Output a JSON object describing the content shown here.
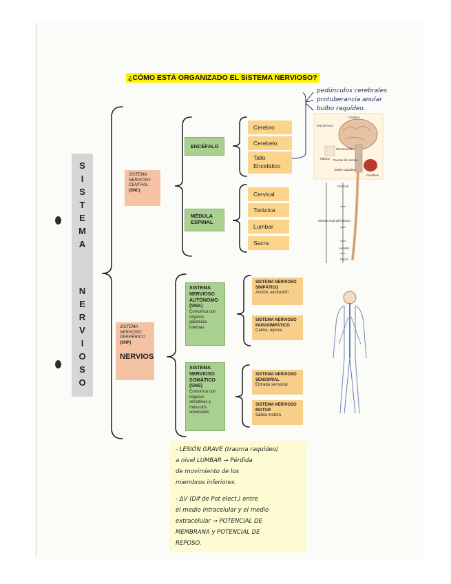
{
  "title": "¿CÓMO ESTÁ ORGANIZADO EL SISTEMA NERVIOSO?",
  "vertical_letters": [
    "S",
    "I",
    "S",
    "T",
    "E",
    "M",
    "A",
    "N",
    "E",
    "R",
    "V",
    "I",
    "O",
    "S",
    "O"
  ],
  "snc": {
    "line1": "SISTEMA",
    "line2": "NERVIOSO",
    "line3": "CENTRAL",
    "abbr": "(SNC)"
  },
  "encefalo": "ENCÉFALO",
  "encefalo_items": [
    "Cerebro",
    "Cerebelo",
    "Tallo Encefálico"
  ],
  "medula": {
    "line1": "MÉDULA",
    "line2": "ESPINAL"
  },
  "medula_items": [
    "Cervical",
    "Torácica",
    "Lumbar",
    "Sacra"
  ],
  "snp": {
    "line1": "SISTEMA",
    "line2": "NERVIOSO",
    "line3": "PERIFÉRICO",
    "abbr": "(SNP)",
    "nervios": "NERVIOS"
  },
  "sna": {
    "l1": "SISTEMA",
    "l2": "NERVIOSO",
    "l3": "AUTÓNOMO",
    "l4": "(SNA)",
    "d1": "Comunica con",
    "d2": "órganos",
    "d3": "glándulas",
    "d4": "internas"
  },
  "sns": {
    "l1": "SISTEMA",
    "l2": "NERVIOSO",
    "l3": "SOMÁTICO",
    "l4": "(SNS)",
    "d1": "Comunica con",
    "d2": "órganos",
    "d3": "sensitivos y",
    "d4": "músculos",
    "d5": "voluntarios"
  },
  "simpatico": {
    "l1": "SISTEMA NERVIOSO",
    "l2": "SIMPÁTICO",
    "d": "Acción, excitación"
  },
  "parasimpatico": {
    "l1": "SISTEMA NERVIOSO",
    "l2": "PARASIMPÁTICO",
    "d": "Calma, reposo"
  },
  "sensorial": {
    "l1": "SISTEMA NERVIOSO",
    "l2": "SENSORIAL",
    "d": "Entrada sensorial"
  },
  "motor": {
    "l1": "SISTEMA NERVIOSO",
    "l2": "MOTOR",
    "d": "Salida motora"
  },
  "handwritten_brain": [
    "pedúnculos cerebrales",
    "protuberancia anular",
    "bulbo raquídeo."
  ],
  "brain_labels": [
    "Cerebro",
    "ENCÉFALO",
    "Mesencéfalo",
    "Tálamo",
    "Puente de Varolio",
    "Bulbo raquídeo",
    "Cerebelo"
  ],
  "spine_labels": [
    "Cervical",
    "Médula espinal",
    "Torácica",
    "Lumbar",
    "Sacra"
  ],
  "note_lines": [
    "- LESIÓN GRAVE (trauma raquídeo)",
    "a nivel LUMBAR → Pérdida",
    "de movimiento de los",
    "miembros inferiores.",
    "- ΔV (Dif de Pot elect.) entre",
    "el medio intracelular y el medio",
    "extracelular → POTENCIAL DE",
    "MEMBRANA y POTENCIAL DE",
    "REPOSO."
  ]
}
